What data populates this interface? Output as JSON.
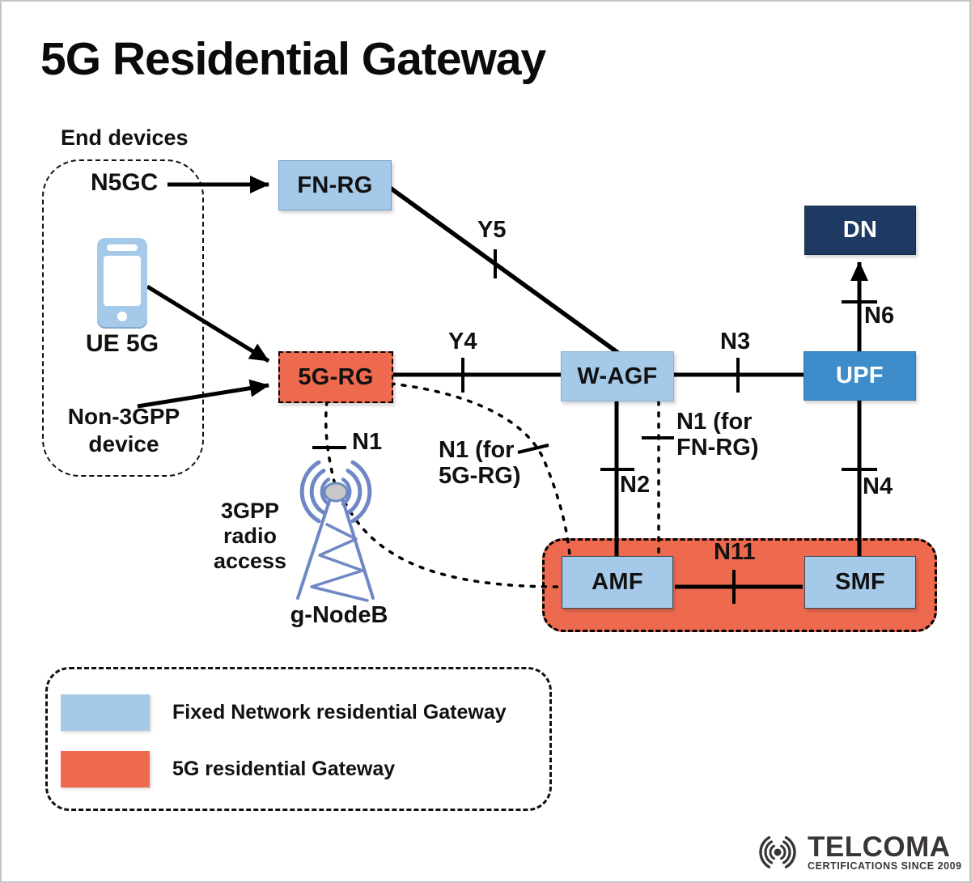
{
  "title": "5G Residential Gateway",
  "end_devices": {
    "label": "End devices",
    "n5gc": "N5GC",
    "ue": "UE 5G",
    "non3gpp_line1": "Non-3GPP",
    "non3gpp_line2": "device"
  },
  "nodes": {
    "fn_rg": "FN-RG",
    "five_g_rg": "5G-RG",
    "w_agf": "W-AGF",
    "dn": "DN",
    "upf": "UPF",
    "amf": "AMF",
    "smf": "SMF"
  },
  "interfaces": {
    "y5": "Y5",
    "y4": "Y4",
    "n3": "N3",
    "n6": "N6",
    "n4": "N4",
    "n2": "N2",
    "n1": "N1",
    "n11": "N11",
    "n1_for_5grg_line1": "N1 (for",
    "n1_for_5grg_line2": "5G-RG)",
    "n1_for_fnrg_line1": "N1 (for",
    "n1_for_fnrg_line2": "FN-RG)"
  },
  "radio": {
    "access_line1": "3GPP",
    "access_line2": "radio",
    "access_line3": "access",
    "gnodeb": "g-NodeB"
  },
  "legend": {
    "items": [
      {
        "color": "#a5c9e8",
        "label": "Fixed Network residential Gateway"
      },
      {
        "color": "#ee6a4f",
        "label": "5G residential Gateway"
      }
    ]
  },
  "logo": {
    "name": "TELCOMA",
    "tagline": "CERTIFICATIONS SINCE 2009"
  },
  "colors": {
    "light_blue": "#a5c9e8",
    "orange": "#ee6a4f",
    "blue": "#3e8dca",
    "navy": "#1e3a63",
    "tower_blue": "#6f87c4",
    "line_black": "#000000",
    "logo_gray": "#3a3537"
  }
}
